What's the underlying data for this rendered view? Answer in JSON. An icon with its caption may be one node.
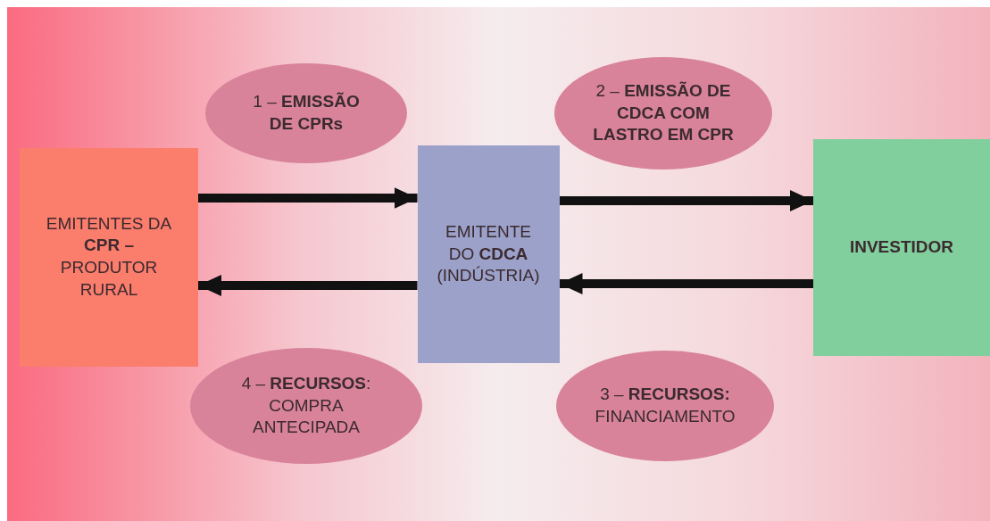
{
  "diagram": {
    "nodes": [
      {
        "text": [
          "1 – **EMISSÃO DE CPRs**"
        ]
      },
      {
        "text": [
          "2 – **EMISSÃO DE CDCA COM LASTRO EM CPR**"
        ]
      },
      {
        "text": [
          "EMITENTES DA **CPR –** PRODUTOR RURAL"
        ]
      },
      {
        "text": [
          "EMITENTE DO **CDCA** (INDÚSTRIA)"
        ]
      },
      {
        "text": [
          "INVESTIDOR"
        ]
      },
      {
        "text": [
          "4 – **RECURSOS**: COMPRA ANTECIPADA"
        ]
      },
      {
        "text": [
          "3 – **RECURSOS:** FINANCIAMENTO"
        ]
      }
    ],
    "edges": [
      {
        "from": 2,
        "to": 3,
        "arrow": "to"
      },
      {
        "from": 3,
        "to": 4,
        "arrow": "to"
      },
      {
        "from": 4,
        "to": 3,
        "arrow": "to"
      },
      {
        "from": 3,
        "to": 2,
        "arrow": "to"
      }
    ]
  }
}
